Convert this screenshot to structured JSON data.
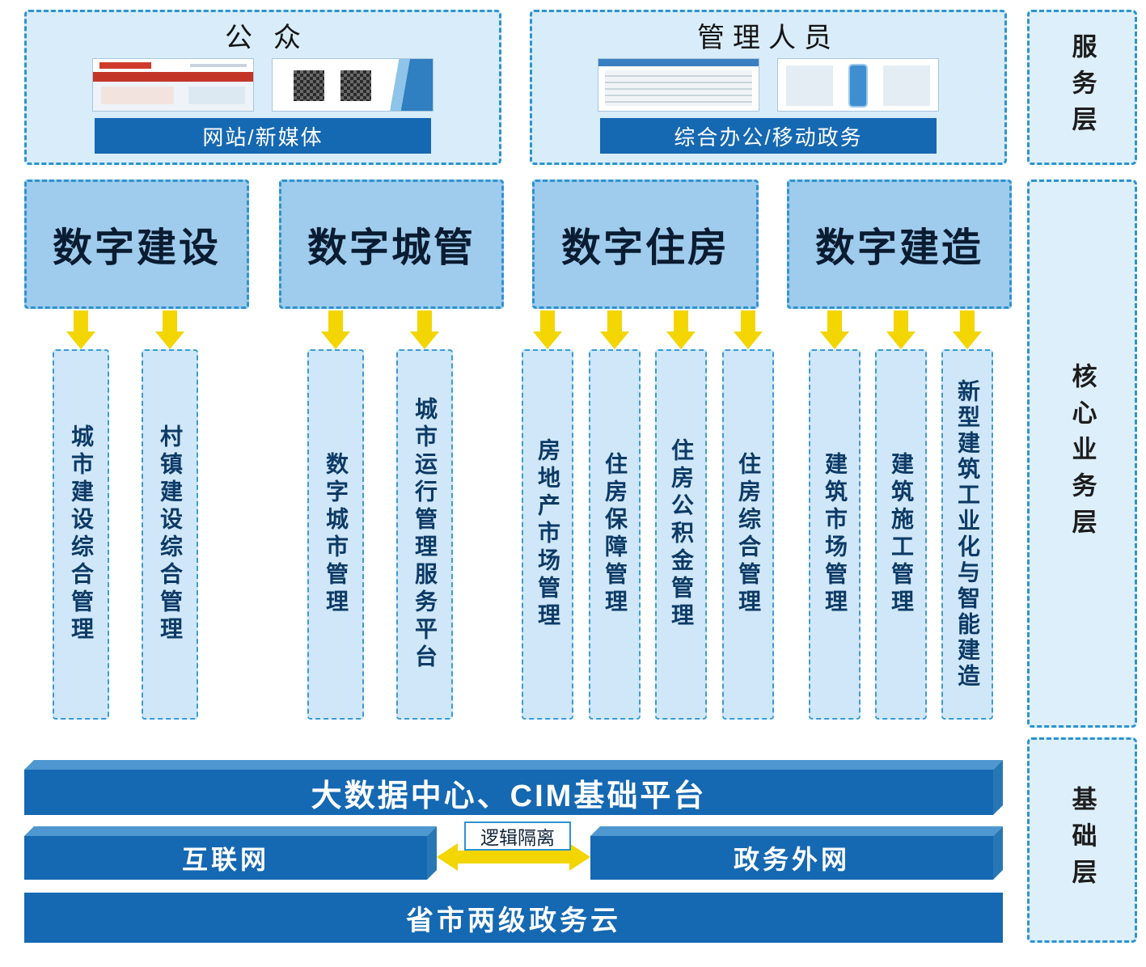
{
  "colors": {
    "dashed_border": "#2d93cf",
    "light_panel": "#d8ecf9",
    "domain_panel": "#9fcbec",
    "module_panel": "#cfe7f8",
    "solid_bar_blue": "#1568b2",
    "bar_top_face": "#4e97d0",
    "arrow_yellow": "#f3d500",
    "domain_text": "#0a1c31",
    "module_text": "#0d3a66"
  },
  "layers": [
    {
      "label": "服务层"
    },
    {
      "label": "核心业务层"
    },
    {
      "label": "基础层"
    }
  ],
  "top": {
    "public": {
      "title": "公众",
      "bar": "网站/新媒体"
    },
    "admin": {
      "title": "管理人员",
      "bar": "综合办公/移动政务"
    }
  },
  "domains": [
    {
      "title": "数字建设",
      "modules": [
        "城市建设综合管理",
        "村镇建设综合管理"
      ]
    },
    {
      "title": "数字城管",
      "modules": [
        "数字城市管理",
        "城市运行管理服务平台"
      ]
    },
    {
      "title": "数字住房",
      "modules": [
        "房地产市场管理",
        "住房保障管理",
        "住房公积金管理",
        "住房综合管理"
      ]
    },
    {
      "title": "数字建造",
      "modules": [
        "建筑市场管理",
        "建筑施工管理",
        "新型建筑工业化与智能建造"
      ]
    }
  ],
  "foundation": {
    "platform": "大数据中心、CIM基础平台",
    "internet": "互联网",
    "gov_extranet": "政务外网",
    "isolation": "逻辑隔离",
    "cloud": "省市两级政务云"
  }
}
